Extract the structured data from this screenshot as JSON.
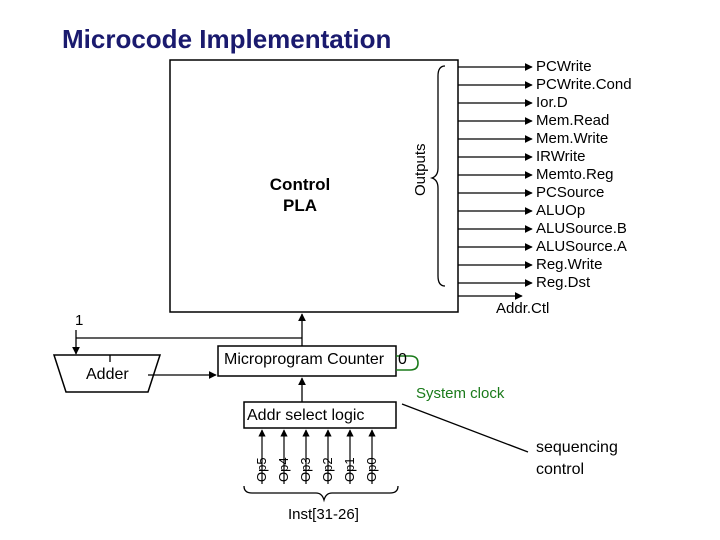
{
  "title": "Microcode Implementation",
  "pla": {
    "line1": "Control",
    "line2": "PLA"
  },
  "outputs_label": "Outputs",
  "signals": [
    "PCWrite",
    "PCWrite.Cond",
    "Ior.D",
    "Mem.Read",
    "Mem.Write",
    "IRWrite",
    "Memto.Reg",
    "PCSource",
    "ALUOp",
    "ALUSource.B",
    "ALUSource.A",
    "Reg.Write",
    "Reg.Dst"
  ],
  "addr_ctl": "Addr.Ctl",
  "constant_one": "1",
  "adder": "Adder",
  "microprogram_counter": "Microprogram Counter",
  "zero_label": "0",
  "system_clock": "System clock",
  "addr_select_logic": "Addr select logic",
  "opcode_bits": [
    "Op5",
    "Op4",
    "Op3",
    "Op2",
    "Op1",
    "Op0"
  ],
  "instruction_field": "Inst[31-26]",
  "sequencing_control": {
    "line1": "sequencing",
    "line2": "control"
  },
  "colors": {
    "title": "#1a1a6e",
    "clock": "#1a7a1a",
    "lines": "#000000"
  }
}
